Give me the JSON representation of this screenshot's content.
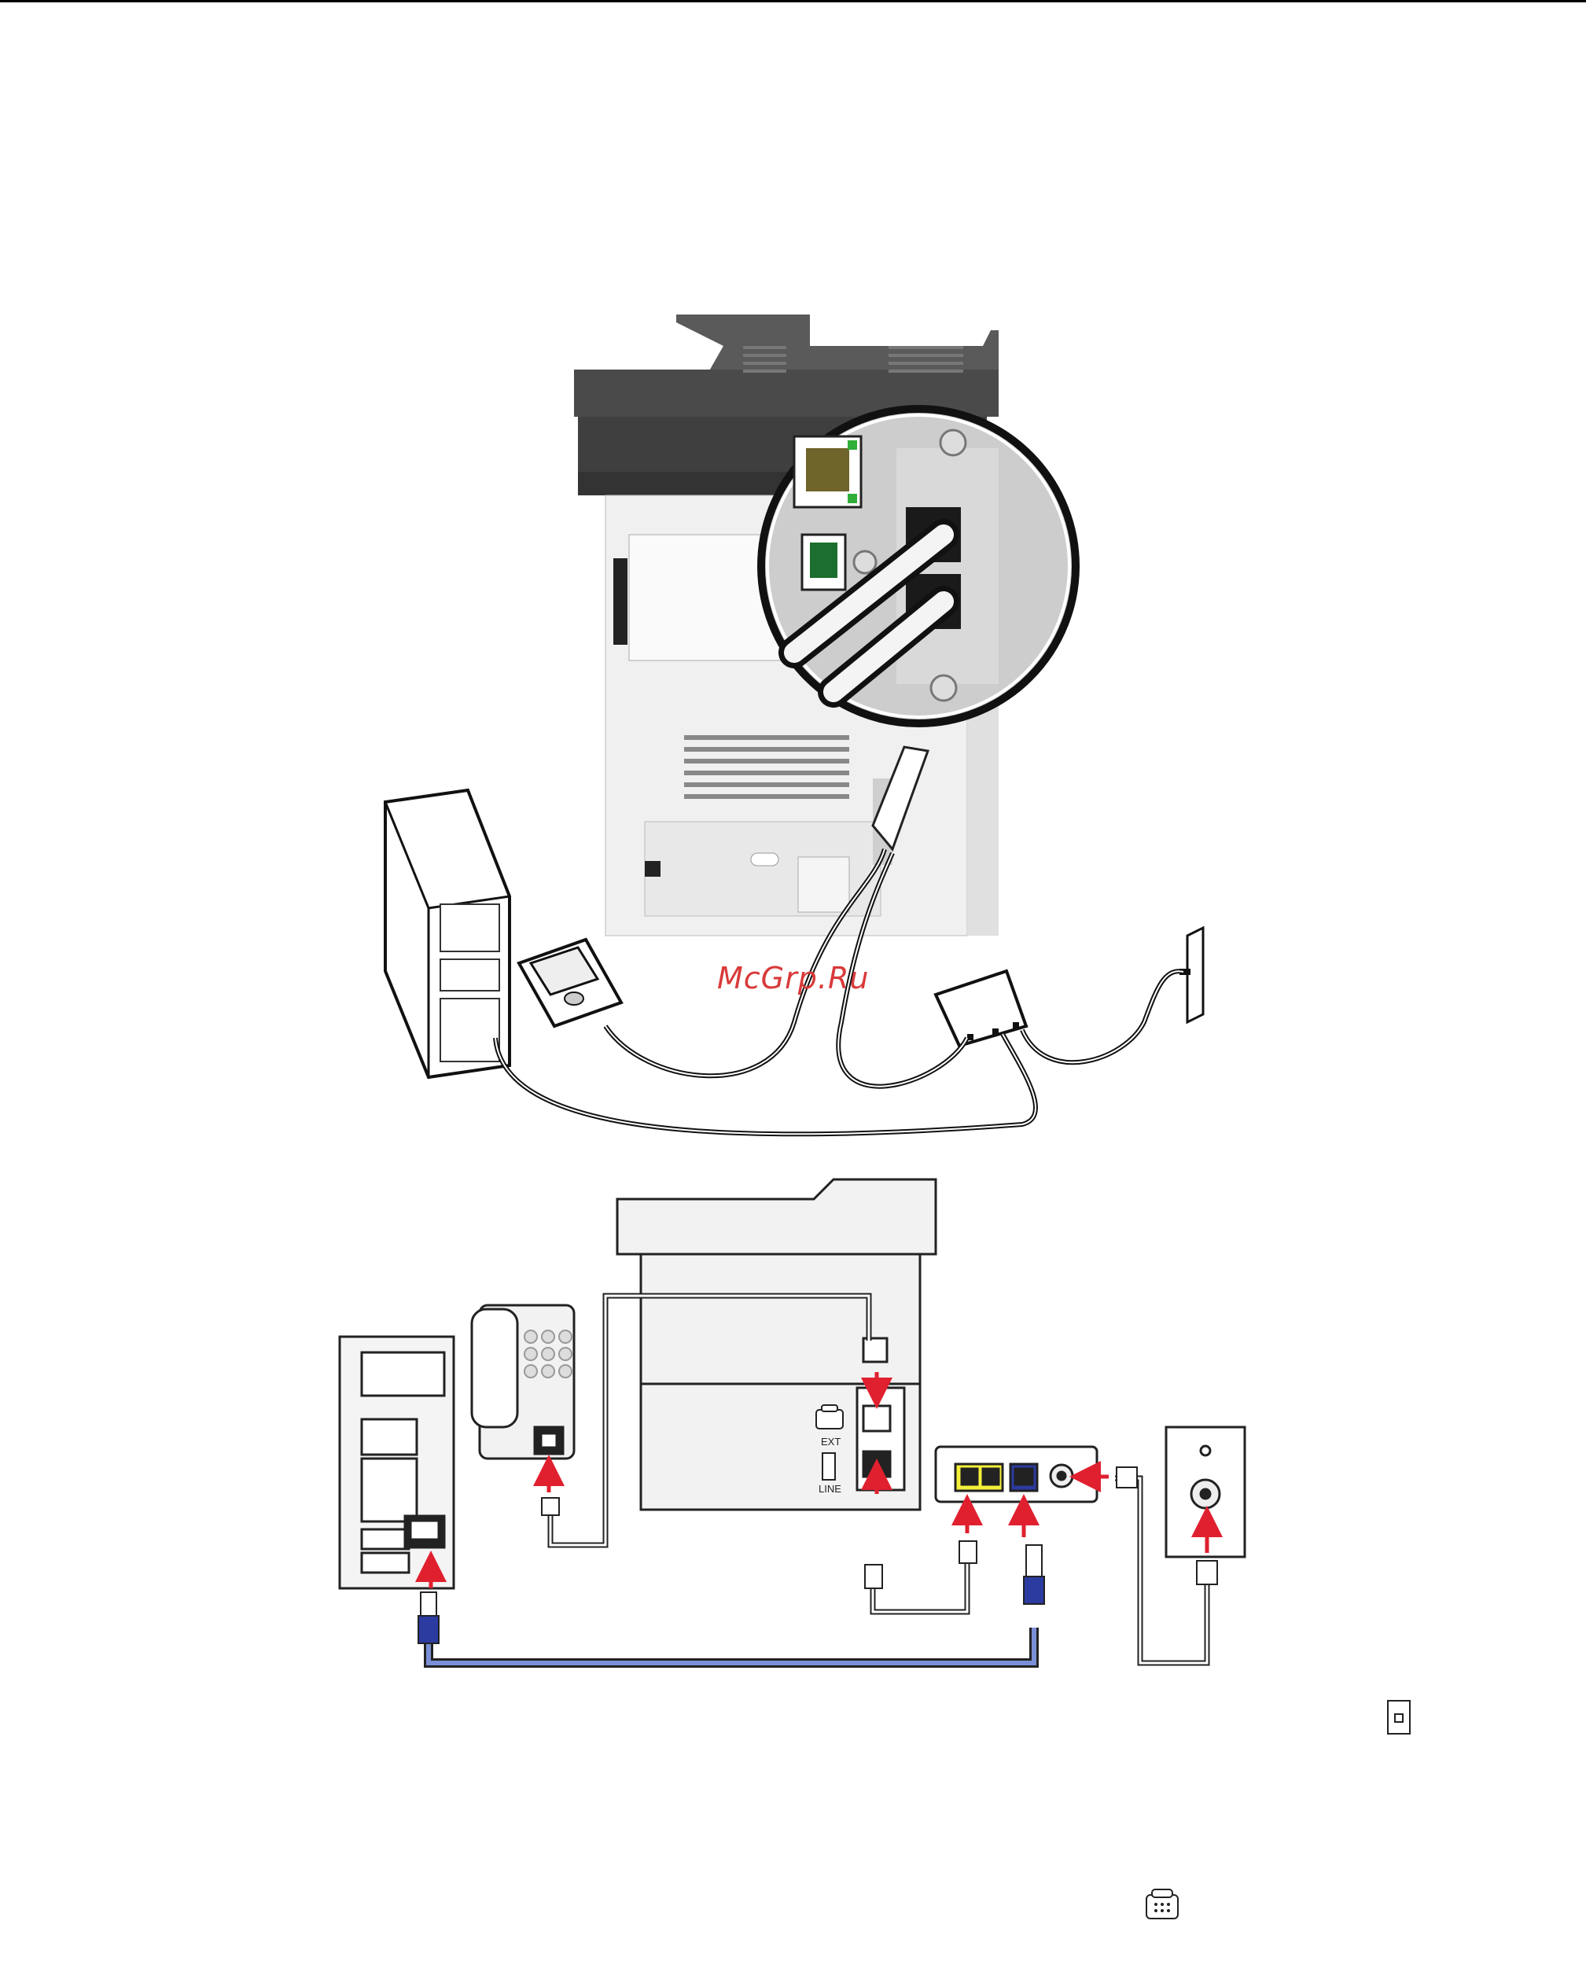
{
  "watermark": "McGrp.Ru",
  "ports": {
    "ext_label": "EXT",
    "line_label": "LINE"
  },
  "colors": {
    "printer_body": "#f2f2f2",
    "printer_top": "#4a4a4a",
    "ethernet_cable": "#7b8fd6",
    "ethernet_dark": "#2c3ba0",
    "arrow_red": "#e0202f",
    "modem_yellow": "#f3f03a",
    "outline": "#222222"
  },
  "icons": [
    "wall-outlet-icon",
    "telephone-icon"
  ]
}
